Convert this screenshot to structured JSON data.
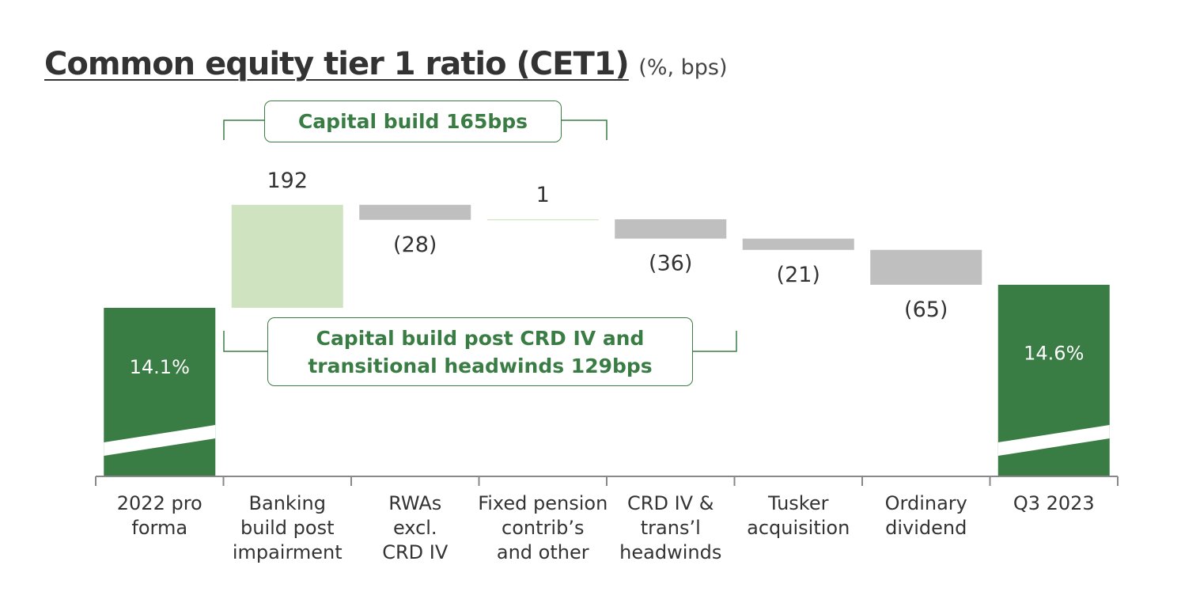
{
  "title": "Common equity tier 1 ratio (CET1)",
  "units": "(%, bps)",
  "annotations": {
    "capital_build": "Capital build 165bps",
    "capital_build_post_line1": "Capital build post CRD IV and",
    "capital_build_post_line2": "transitional headwinds 129bps"
  },
  "colors": {
    "total": "#3a7d44",
    "increase": "#cfe3c0",
    "decrease": "#bfbfbf",
    "bracket": "#3a7d44",
    "axis": "#888888"
  },
  "chart_data": {
    "type": "bar",
    "subtype": "waterfall",
    "y_axis": "broken",
    "categories": [
      [
        "2022 pro",
        "forma"
      ],
      [
        "Banking",
        "build post",
        "impairment"
      ],
      [
        "RWAs",
        "excl.",
        "CRD IV"
      ],
      [
        "Fixed pension",
        "contrib’s",
        "and other"
      ],
      [
        "CRD IV &",
        "trans’l",
        "headwinds"
      ],
      [
        "Tusker",
        "acquisition"
      ],
      [
        "Ordinary",
        "dividend"
      ],
      [
        "Q3 2023"
      ]
    ],
    "kinds": [
      "total",
      "delta",
      "delta",
      "delta",
      "delta",
      "delta",
      "delta",
      "total"
    ],
    "values": [
      14.1,
      192,
      -28,
      1,
      -36,
      -21,
      -65,
      14.6
    ],
    "units": [
      "%",
      "bps",
      "bps",
      "bps",
      "bps",
      "bps",
      "bps",
      "%"
    ],
    "data_labels": [
      "14.1%",
      "192",
      "(28)",
      "1",
      "(36)",
      "(21)",
      "(65)",
      "14.6%"
    ]
  }
}
